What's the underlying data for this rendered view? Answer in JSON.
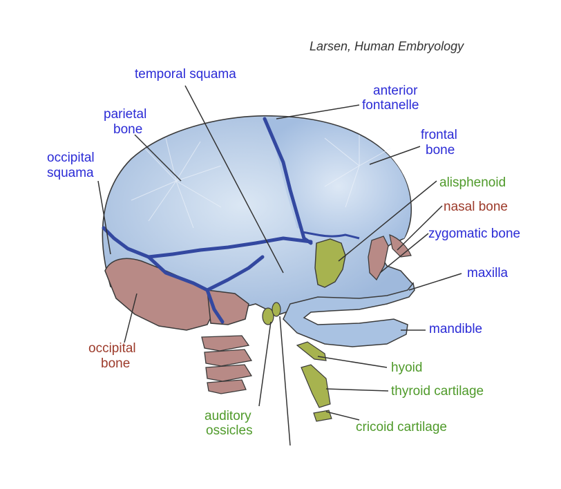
{
  "credit": "Larsen, Human Embryology",
  "colors": {
    "membrane_bone": "#a9c2e2",
    "endochondral_red": "#b88a86",
    "cartilage_green": "#a7b34f",
    "suture": "#3348a0",
    "outline": "#3a3a3a",
    "label_blue": "#2b2bd6",
    "label_red": "#9c3a2a",
    "label_green": "#4f9a2a"
  },
  "labels": {
    "temporal_squama": "temporal squama",
    "anterior_fontanelle_1": "anterior",
    "anterior_fontanelle_2": "fontanelle",
    "parietal_bone_1": "parietal",
    "parietal_bone_2": "bone",
    "frontal_bone_1": "frontal",
    "frontal_bone_2": "bone",
    "occipital_squama_1": "occipital",
    "occipital_squama_2": "squama",
    "alisphenoid": "alisphenoid",
    "nasal_bone": "nasal bone",
    "zygomatic_bone": "zygomatic bone",
    "maxilla": "maxilla",
    "mandible": "mandible",
    "occipital_bone_1": "occipital",
    "occipital_bone_2": "bone",
    "hyoid": "hyoid",
    "thyroid_cartilage": "thyroid cartilage",
    "auditory_ossicles_1": "auditory",
    "auditory_ossicles_2": "ossicles",
    "cricoid_cartilage": "cricoid cartilage"
  }
}
